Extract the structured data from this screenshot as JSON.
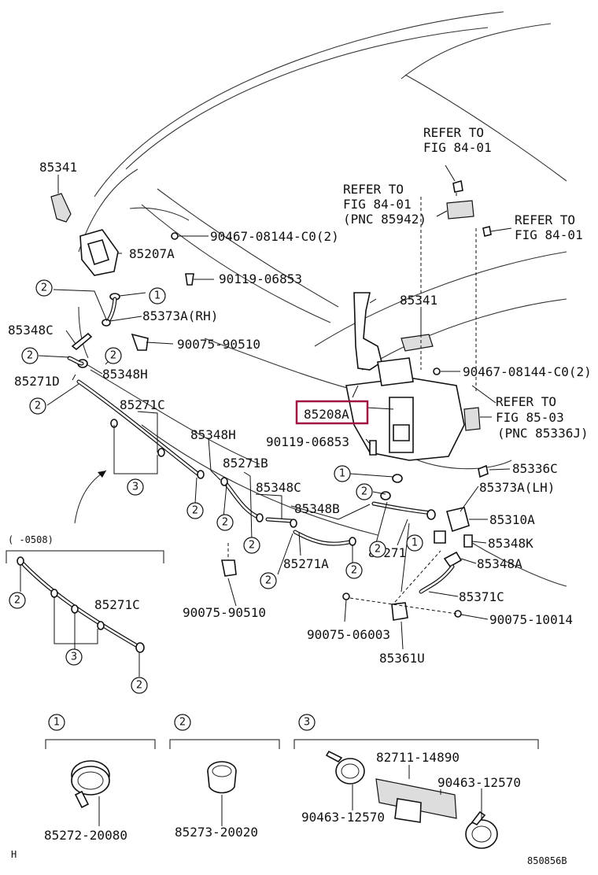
{
  "labels": {
    "l85341_top": "85341",
    "l85207A": "85207A",
    "l90467_top": "90467-08144-C0(2)",
    "l90119_top": "90119-06853",
    "l85373A_RH": "85373A(RH)",
    "l85348C_left": "85348C",
    "l90075_90510_top": "90075-90510",
    "l85348H_left": "85348H",
    "l85271D": "85271D",
    "l85271C_main": "85271C",
    "l85348H_mid": "85348H",
    "l85271B": "85271B",
    "l85348C_mid": "85348C",
    "l85348B": "85348B",
    "l85271A": "85271A",
    "l85271": "85271",
    "l90075_90510_bot": "90075-90510",
    "l90075_06003": "90075-06003",
    "l85361U": "85361U",
    "l85208A": "85208A",
    "l90119_mid": "90119-06853",
    "l85341_right": "85341",
    "l90467_right": "90467-08144-C0(2)",
    "refer1_a": "REFER TO",
    "refer1_b": "FIG 84-01",
    "refer2_a": "REFER TO",
    "refer2_b": "FIG 84-01",
    "refer2_c": "(PNC 85942)",
    "refer3_a": "REFER TO",
    "refer3_b": "FIG 84-01",
    "refer4_a": "REFER TO",
    "refer4_b": "FIG 85-03",
    "refer4_c": "(PNC 85336J)",
    "l85336C": "85336C",
    "l85373A_LH": "85373A(LH)",
    "l85310A": "85310A",
    "l85348K": "85348K",
    "l85348A": "85348A",
    "l85371C": "85371C",
    "l90075_10014": "90075-10014",
    "inset_range": "(    -0508)",
    "l85271C_inset": "85271C",
    "c1": "1",
    "c2": "2",
    "c3": "3",
    "l85272": "85272-20080",
    "l85273": "85273-20020",
    "l82711": "82711-14890",
    "l90463_a": "90463-12570",
    "l90463_b": "90463-12570",
    "corner_left": "H",
    "figure_code": "850856B"
  }
}
